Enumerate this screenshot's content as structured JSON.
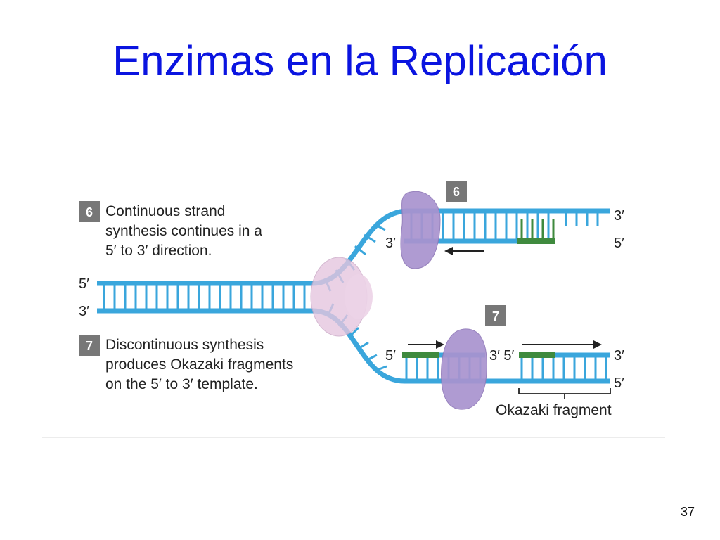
{
  "slide": {
    "title": "Enzimas en la Replicación",
    "page_number": "37"
  },
  "diagram": {
    "step6": {
      "badge": "6",
      "caption_lines": [
        "Continuous strand",
        "synthesis continues in a",
        "5′ to 3′ direction."
      ]
    },
    "step7": {
      "badge": "7",
      "caption_lines": [
        "Discontinuous synthesis",
        "produces Okazaki fragments",
        "on the 5′ to 3′ template."
      ]
    },
    "parental_ends": {
      "top": "5′",
      "bottom": "3′"
    },
    "leading": {
      "template_end": "3′",
      "new_strand_end_right": "5′",
      "new_strand_end_left": "3′"
    },
    "lagging": {
      "top_left": "5′",
      "top_mid": "3′ 5′",
      "top_right": "3′",
      "bottom_right": "5′",
      "fragment_label": "Okazaki fragment"
    },
    "colors": {
      "dna": "#3aa6dc",
      "primer": "#3f8a3e",
      "polymerase": "#a993cf",
      "helicase": "#e6c6df",
      "badge": "#777777"
    }
  }
}
